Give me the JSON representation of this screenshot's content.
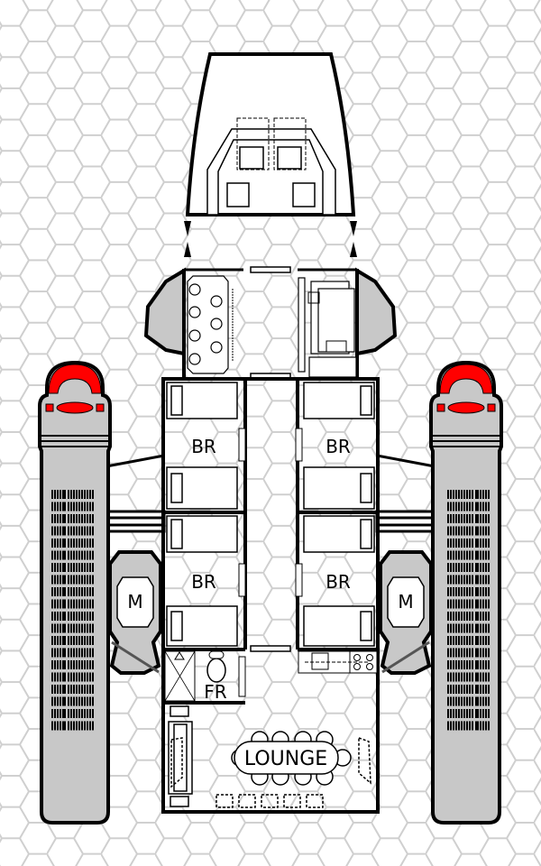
{
  "plan": {
    "rooms": {
      "bedroom_upper_left": "BR",
      "bedroom_upper_right": "BR",
      "bedroom_lower_left": "BR",
      "bedroom_lower_right": "BR",
      "fresher": "FR",
      "lounge": "LOUNGE"
    },
    "pods": {
      "left": "M",
      "right": "M"
    }
  },
  "colors": {
    "hull_gray": "#c8c8c8",
    "engine_red": "#ff0000",
    "grid": "#cfcfcf",
    "line": "#000000"
  }
}
